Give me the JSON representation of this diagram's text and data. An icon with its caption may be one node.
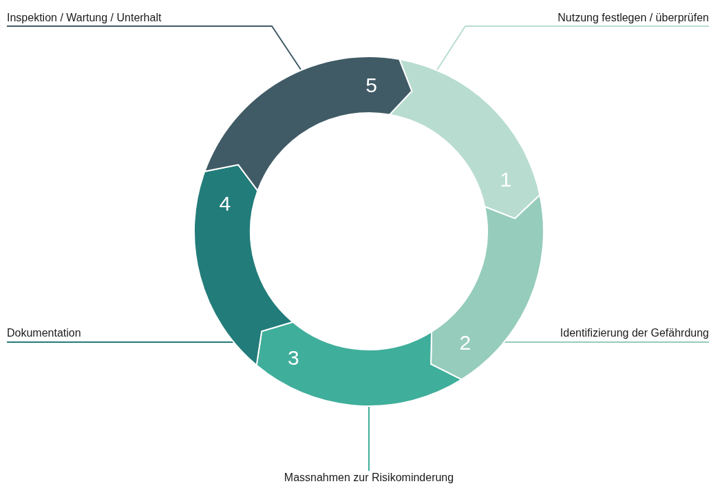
{
  "diagram": {
    "nodes": [
      {
        "text": [
          "1"
        ]
      },
      {
        "text": [
          "2"
        ]
      },
      {
        "text": [
          "3"
        ]
      },
      {
        "text": [
          "4"
        ]
      },
      {
        "text": [
          "5"
        ]
      },
      {
        "text": [
          "Inspektion / Wartung / Unterhalt"
        ]
      },
      {
        "text": [
          "Nutzung festlegen / überprüfen"
        ]
      },
      {
        "text": [
          "Dokumentation"
        ]
      },
      {
        "text": [
          "Identifizierung der Gefährdung"
        ]
      },
      {
        "text": [
          "Massnahmen zur Risikominderung"
        ]
      }
    ],
    "edges": [
      {
        "from": 5,
        "to": 4,
        "arrow": "none",
        "color": "#405b66"
      },
      {
        "from": 6,
        "to": 0,
        "arrow": "none",
        "color": "#b8ddd0"
      },
      {
        "from": 7,
        "to": 3,
        "arrow": "none",
        "color": "#227c7a"
      },
      {
        "from": 8,
        "to": 1,
        "arrow": "none",
        "color": "#96ccbb"
      },
      {
        "from": 9,
        "to": 2,
        "arrow": "none",
        "color": "#3fae9b"
      }
    ]
  }
}
